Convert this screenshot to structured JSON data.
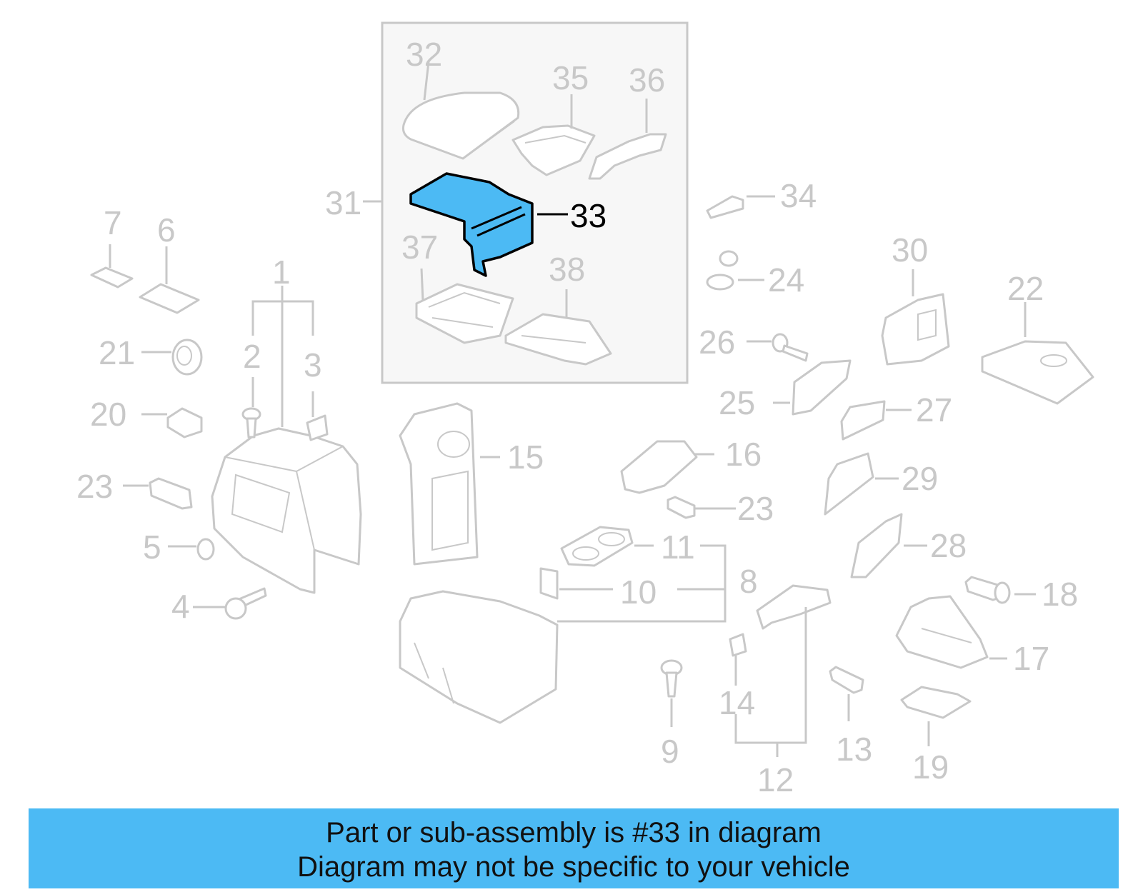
{
  "colors": {
    "highlight_fill": "#4cbaf4",
    "banner_background": "#4cbaf4",
    "line_gray": "#c8c8c8",
    "inset_background": "#f7f7f7",
    "highlight_outline": "#000000"
  },
  "diagram": {
    "highlighted_part": "33",
    "callouts": {
      "c1": "1",
      "c2": "2",
      "c3": "3",
      "c4": "4",
      "c5": "5",
      "c6": "6",
      "c7": "7",
      "c8": "8",
      "c9": "9",
      "c10": "10",
      "c11": "11",
      "c12": "12",
      "c13": "13",
      "c14": "14",
      "c15": "15",
      "c16": "16",
      "c17": "17",
      "c18": "18",
      "c19": "19",
      "c20": "20",
      "c21": "21",
      "c22": "22",
      "c23a": "23",
      "c23b": "23",
      "c24": "24",
      "c25": "25",
      "c26": "26",
      "c27": "27",
      "c28": "28",
      "c29": "29",
      "c30": "30",
      "c31": "31",
      "c32": "32",
      "c33": "33",
      "c34": "34",
      "c35": "35",
      "c36": "36",
      "c37": "37",
      "c38": "38"
    }
  },
  "banner": {
    "line1": "Part or sub-assembly is #33 in diagram",
    "line2": "Diagram may not be specific to your vehicle"
  }
}
